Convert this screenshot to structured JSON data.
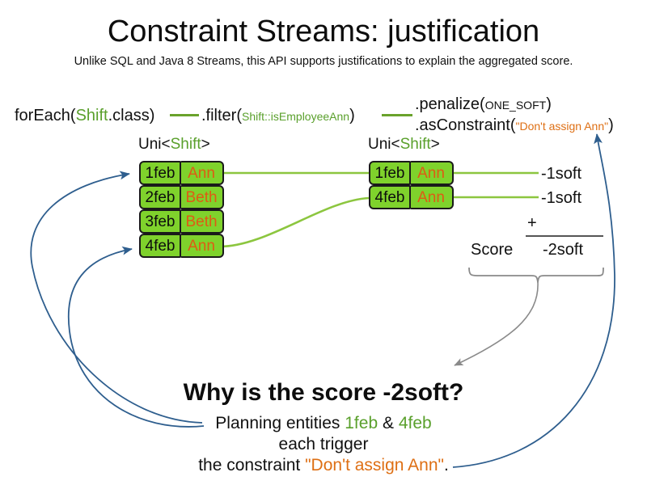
{
  "slide": {
    "title": "Constraint Streams: justification",
    "subtitle": "Unlike SQL and Java 8 Streams, this API supports justifications to explain the aggregated score."
  },
  "pipeline": {
    "foreach": {
      "call": "forEach(",
      "type": "Shift",
      "rest": ".class)"
    },
    "filter": {
      "call": ".filter(",
      "arg": "Shift::isEmployeeAnn",
      "rest": ")"
    },
    "penalize": {
      "call": ".penalize(",
      "arg": "ONE_SOFT",
      "rest": ")"
    },
    "as_constraint": {
      "call": ".asConstraint(",
      "arg": "\"Don't assign Ann\"",
      "rest": ")"
    }
  },
  "streams": {
    "left": {
      "label_prefix": "Uni<",
      "label_type": "Shift",
      "label_suffix": ">",
      "tuples": [
        {
          "date": "1feb",
          "employee": "Ann"
        },
        {
          "date": "2feb",
          "employee": "Beth"
        },
        {
          "date": "3feb",
          "employee": "Beth"
        },
        {
          "date": "4feb",
          "employee": "Ann"
        }
      ]
    },
    "right": {
      "label_prefix": "Uni<",
      "label_type": "Shift",
      "label_suffix": ">",
      "tuples": [
        {
          "date": "1feb",
          "employee": "Ann"
        },
        {
          "date": "4feb",
          "employee": "Ann"
        }
      ]
    }
  },
  "score": {
    "impacts": [
      "-1soft",
      "-1soft"
    ],
    "operator": "+",
    "label": "Score",
    "total": "-2soft"
  },
  "explanation": {
    "heading": "Why is the score -2soft?",
    "line1_prefix": "Planning entities ",
    "line1_entity_a": "1feb",
    "line1_amp": " & ",
    "line1_entity_b": "4feb",
    "line2": "each trigger",
    "line3_prefix": "the constraint ",
    "line3_constraint": "\"Don't assign Ann\"",
    "line3_suffix": "."
  },
  "colors": {
    "tuple_fill": "#7fd22c",
    "tuple_border": "#1a1a1a",
    "employee_text": "#de5b14",
    "type_green": "#5aa02c",
    "connector_green": "#8cc63f",
    "constraint_orange": "#de6f14",
    "justification_blue": "#2e5e8e",
    "brace_grey": "#8a8a8a"
  },
  "icons": {
    "justification_arrow": "curved-arrow-icon",
    "score_arrow": "curved-arrow-icon",
    "brace": "curly-brace-icon"
  }
}
